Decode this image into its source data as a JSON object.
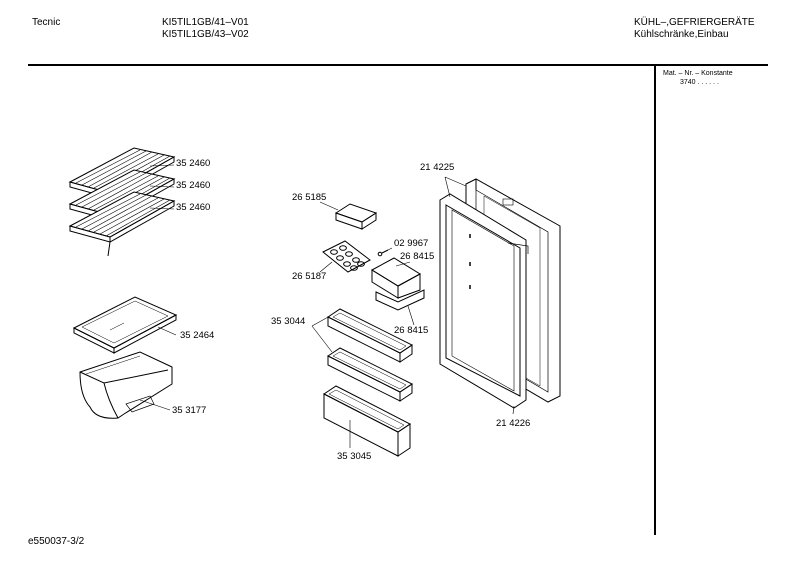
{
  "header": {
    "brand": "Tecnic",
    "model_line_1": "KI5TIL1GB/41–V01",
    "model_line_2": "KI5TIL1GB/43–V02",
    "category_line_1": "KÜHL–,GEFRIERGERÄTE",
    "category_line_2": "Kühlschränke,Einbau"
  },
  "side_panel": {
    "title": "Mat. – Nr. – Konstante",
    "value": "3740 . . . . . ."
  },
  "footer": {
    "document_id": "e550037-3/2"
  },
  "part_labels": {
    "shelf_1": "35 2460",
    "shelf_2": "35 2460",
    "shelf_3": "35 2460",
    "glass_shelf": "35 2464",
    "crisper": "35 3177",
    "butter_box": "26 5185",
    "egg_tray": "26 5187",
    "screw": "02 9967",
    "bottle_holder_top": "26 8415",
    "bottle_holder_bottom": "26 8415",
    "door_shelf_top": "35 3044",
    "door_shelf_bottom": "35 3045",
    "door_frame_top": "21 4225",
    "door_gasket": "21 4226"
  }
}
